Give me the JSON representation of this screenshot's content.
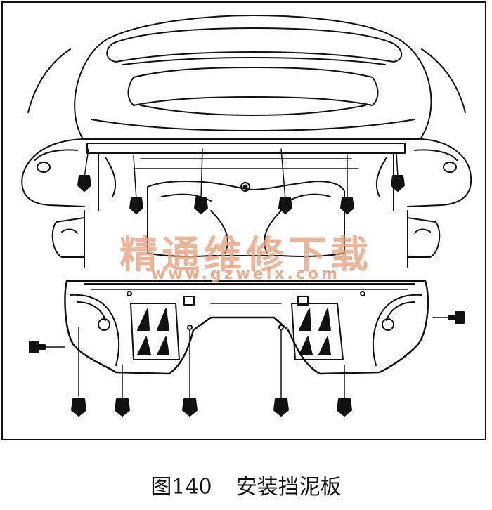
{
  "figure": {
    "label": "图140",
    "caption": "安装挡泥板"
  },
  "watermark": {
    "text_cn": "精通维修下载",
    "url": "www.gzweix.com",
    "color": "#e8a07a"
  },
  "colors": {
    "ink": "#111111",
    "background": "#ffffff"
  }
}
